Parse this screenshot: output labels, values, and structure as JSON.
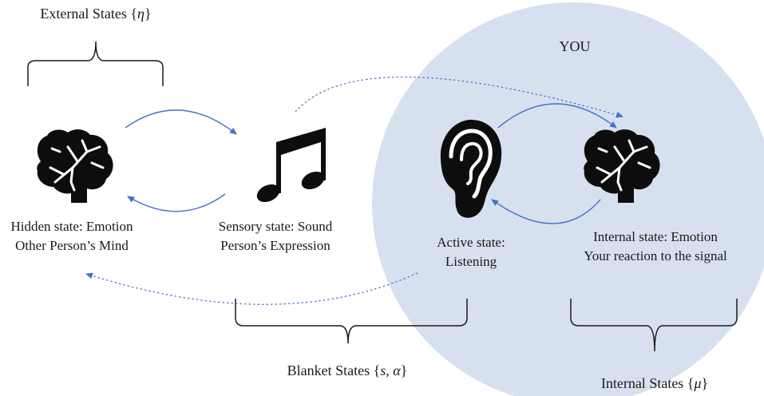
{
  "you_label": "YOU",
  "external": {
    "prefix": "External States {",
    "symbol": "η",
    "suffix": "}"
  },
  "blanket": {
    "prefix": "Blanket States {",
    "s": "s",
    "sep": ", ",
    "a": "α",
    "suffix": "}"
  },
  "internal": {
    "prefix": "Internal States {",
    "symbol": "μ",
    "suffix": "}"
  },
  "nodes": {
    "hidden": {
      "line1": "Hidden state: Emotion",
      "line2": "Other Person’s Mind",
      "icon": "brain-icon"
    },
    "sensory": {
      "line1": "Sensory state:  Sound",
      "line2": "Person’s Expression",
      "icon": "music-note-icon"
    },
    "active": {
      "line1": "Active state:",
      "line2": "Listening",
      "icon": "ear-icon"
    },
    "internal": {
      "line1": "Internal state: Emotion",
      "line2": "Your reaction to the signal",
      "icon": "brain-icon"
    }
  },
  "colors": {
    "you_circle": "#d7e0ef",
    "arrow": "#4472c4",
    "icon": "#0d0d0d",
    "bracket": "#1a1a1a"
  }
}
